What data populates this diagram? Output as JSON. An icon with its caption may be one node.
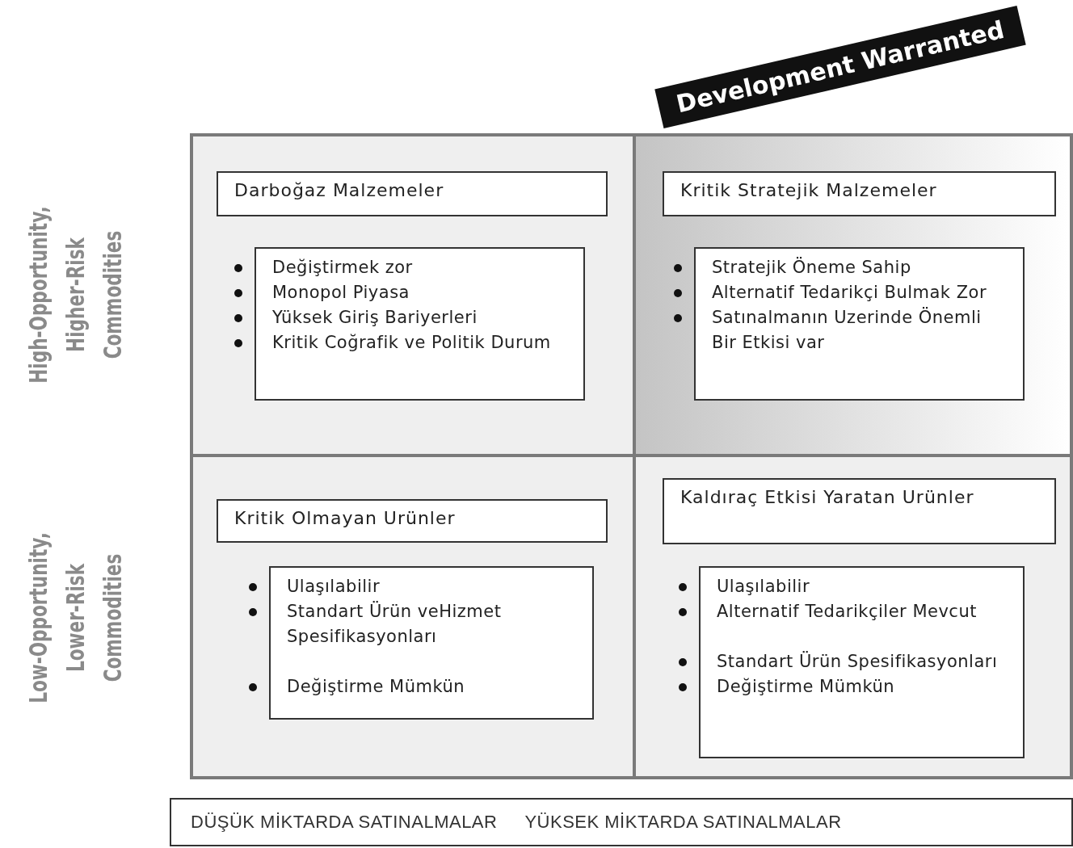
{
  "diagram": {
    "nodes": [
      {
        "text": [
          "Development Warranted"
        ]
      },
      {
        "text": [],
        "shape": "box"
      },
      {
        "text": [
          "Darboğaz Malzemeler"
        ],
        "in": 1
      },
      {
        "text": [
          "Değiştirmek zor",
          "Monopol Piyasa",
          "Yüksek Giriş Bariyerleri",
          "Kritik Coğrafik ve Politik Durum"
        ],
        "in": 1
      },
      {
        "text": [],
        "shape": "box"
      },
      {
        "text": [
          "Kritik Stratejik Malzemeler"
        ],
        "in": 4
      },
      {
        "text": [
          "Stratejik Öneme Sahip",
          "Alternatif Tedarikçi Bulmak Zor",
          "Satınalmanın Uzerinde Önemli Bir Etkisi var"
        ],
        "in": 4
      },
      {
        "text": [],
        "shape": "box"
      },
      {
        "text": [
          "Kritik Olmayan Urünler"
        ],
        "in": 7
      },
      {
        "text": [
          "Ulaşılabilir",
          "Standart Ürün veHizmet Spesifikasyonları",
          "Değiştirme Mümkün"
        ],
        "in": 7
      },
      {
        "text": [],
        "shape": "box"
      },
      {
        "text": [
          "Kaldıraç Etkisi Yaratan Urünler"
        ],
        "in": 10
      },
      {
        "text": [
          "Ulaşılabilir",
          "Alternatif Tedarikçiler Mevcut",
          "Standart Ürün Spesifikasyonları",
          "Değiştirme Mümkün"
        ],
        "in": 10
      },
      {
        "text": [
          "DÜŞÜK MİKTARDA SATINALMALAR",
          "YÜKSEK MİKTARDA SATINALMALAR"
        ]
      }
    ],
    "edges": [],
    "labels": [
      "High-Opportunity, Higher-Risk Commodities",
      "Low-Opportunity, Lower-Risk Commodities"
    ]
  }
}
